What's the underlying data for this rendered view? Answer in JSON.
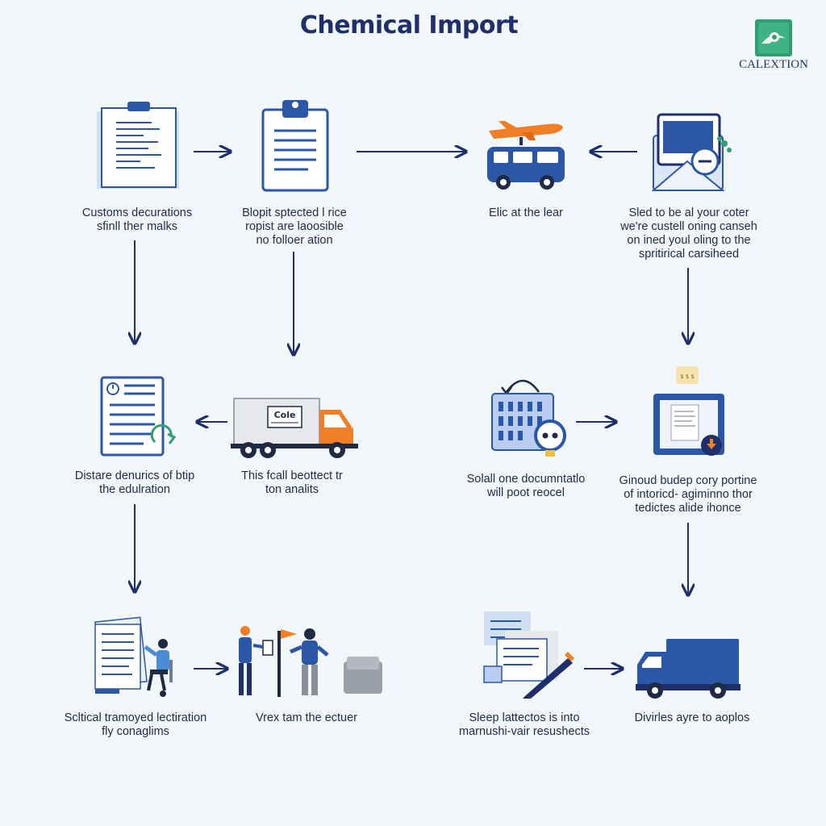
{
  "header": {
    "title": "Chemical Import"
  },
  "logo": {
    "name": "CALEXTION",
    "tagline": "· · · · · · · · · · · ·"
  },
  "steps": [
    {
      "id": "s1",
      "label": "Customs decurations\nsfinll ther malks"
    },
    {
      "id": "s2",
      "label": "Blopit sptected l rice\nropist are laoosible\nno folloer ation"
    },
    {
      "id": "s3",
      "label": "Elic at the lear"
    },
    {
      "id": "s4",
      "label": "Sled to be al your coter\nwe're custell oning canseh\non ined youl oling to the\nspritirical carsiheed"
    },
    {
      "id": "s5",
      "label": "Distare denurics of btip\nthe edulration"
    },
    {
      "id": "s6",
      "label": "This fcall beottect tr\nton analits"
    },
    {
      "id": "s7",
      "label": "Solall one documntatlo\nwill poot reocel"
    },
    {
      "id": "s8",
      "label": "Ginoud budep cory portine\nof intoricd- agiminno thor\ntedictes alide ihonce"
    },
    {
      "id": "s9",
      "label": "Scltical tramoyed lectiration\nfly conaglims"
    },
    {
      "id": "s10",
      "label": "Vrex tam the ectuer"
    },
    {
      "id": "s11",
      "label": "Sleep lattectos is into\nmarnushi-vair resushects"
    },
    {
      "id": "s12",
      "label": "Divirles ayre to aoplos"
    }
  ],
  "icon_labels": {
    "truck_sign": "Cole",
    "fuel_sign": "$ $ $"
  },
  "colors": {
    "title": "#1e2f6b",
    "arrow": "#1e2f6b",
    "primary_blue": "#2c57a6",
    "orange": "#f07f26",
    "green": "#2f9e70",
    "background": "#f2f7fb"
  }
}
